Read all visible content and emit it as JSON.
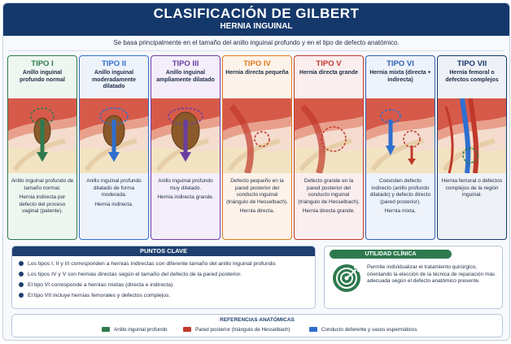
{
  "header": {
    "title": "CLASIFICACIÓN DE GILBERT",
    "subtitle": "HERNIA INGUINAL"
  },
  "intro": "Se basa principalmente en el tamaño del anillo inguinal profundo y en el tipo de defecto anatómico.",
  "colors": {
    "header": "#15386b",
    "green": "#2e7a4f",
    "red": "#c0392b",
    "blue": "#2f6fd0"
  },
  "types": [
    {
      "title": "TIPO I",
      "color": "#2e7a4f",
      "bg": "#eef6f0",
      "subtitle": "Anillo inguinal profundo normal",
      "icon": "small-sac-green",
      "desc1": "Anillo inguinal profundo de tamaño normal.",
      "desc2": "Hernia indirecta por defecto del proceso vaginal (patente)."
    },
    {
      "title": "TIPO II",
      "color": "#2f6fd0",
      "bg": "#eef3fb",
      "subtitle": "Anillo inguinal moderadamente dilatado",
      "icon": "medium-sac-blue",
      "desc1": "Anillo inguinal profundo dilatado de forma moderada.",
      "desc2": "Hernia indirecta."
    },
    {
      "title": "TIPO III",
      "color": "#6a3fa0",
      "bg": "#f3eefa",
      "subtitle": "Anillo inguinal ampliamente dilatado",
      "icon": "large-sac-purple",
      "desc1": "Anillo inguinal profundo muy dilatado.",
      "desc2": "Hernia indirecta grande."
    },
    {
      "title": "TIPO IV",
      "color": "#e07a1f",
      "bg": "#fdf3ea",
      "subtitle": "Hernia directa pequeña",
      "icon": "small-direct-defect",
      "desc1": "Defecto pequeño en la pared posterior del conducto inguinal (triángulo de Hesselbach).",
      "desc2": "Hernia directa."
    },
    {
      "title": "TIPO V",
      "color": "#c0392b",
      "bg": "#fbeeee",
      "subtitle": "Hernia directa grande",
      "icon": "large-direct-defect",
      "desc1": "Defecto grande en la pared posterior del conducto inguinal (triángulo de Hesselbach).",
      "desc2": "Hernia directa grande."
    },
    {
      "title": "TIPO VI",
      "color": "#2f5fb0",
      "bg": "#eef2fa",
      "subtitle": "Hernia mixta (directa + indirecta)",
      "icon": "mixed-hernia",
      "desc1": "Coexisten defecto indirecto (anillo profundo dilatado) y defecto directo (pared posterior).",
      "desc2": "Hernia mixta."
    },
    {
      "title": "TIPO VII",
      "color": "#15386b",
      "bg": "#eef1f6",
      "subtitle": "Hernia femoral o defectos complejos",
      "icon": "femoral-vessels",
      "desc1": "Hernia femoral o defectos complejos de la región inguinal.",
      "desc2": ""
    }
  ],
  "key_points": {
    "title": "PUNTOS CLAVE",
    "items": [
      "Los tipos I, II y III corresponden a hernias indirectas con diferente tamaño del anillo inguinal profundo.",
      "Los tipos IV y V son hernias directas según el tamaño del defecto de la pared posterior.",
      "El tipo VI corresponde a hernias mixtas (directa e indirecta).",
      "El tipo VII incluye hernias femorales y defectos complejos."
    ]
  },
  "clinical": {
    "title": "UTILIDAD CLÍNICA",
    "text": "Permite individualizar el tratamiento quirúrgico, orientando la elección de la técnica de reparación más adecuada según el defecto anatómico presente.",
    "icon": "target-icon"
  },
  "references": {
    "title": "REFERENCIAS ANATÓMICAS",
    "items": [
      {
        "label": "Anillo inguinal profundo",
        "color": "#2e7a4f"
      },
      {
        "label": "Pared posterior (triángulo de Hesselbach)",
        "color": "#c0392b"
      },
      {
        "label": "Conducto deferente y vasos espermáticos",
        "color": "#2f6fd0"
      }
    ]
  }
}
